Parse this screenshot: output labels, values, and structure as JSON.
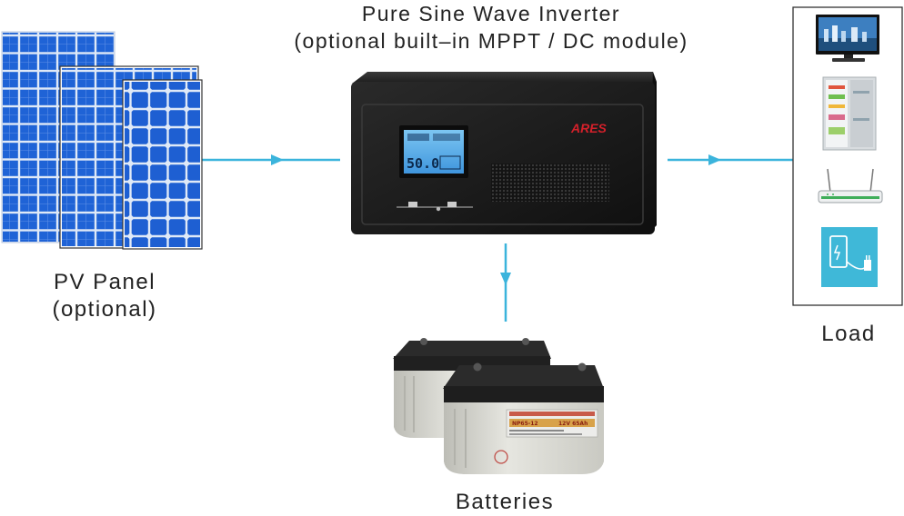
{
  "inverter": {
    "title_line1": "Pure Sine Wave Inverter",
    "title_line2_emph": "(optional",
    "title_line2_rest": " built–in MPPT / DC module)",
    "brand": "ARES",
    "display_digits": "50.0"
  },
  "pv_panel": {
    "label_line1": "PV Panel",
    "label_line2": "(optional)"
  },
  "load": {
    "label": "Load",
    "items": [
      "tv-icon",
      "refrigerator-icon",
      "router-icon",
      "phone-charging-icon"
    ]
  },
  "batteries": {
    "label": "Batteries",
    "battery_model": "NP65-12",
    "battery_rating": "12V 65Ah"
  },
  "colors": {
    "connector": "#3bb4dc",
    "panel_cell": "#1f63d6",
    "panel_frame": "#dfe9f7",
    "inverter_body": "#1a1a1a",
    "lcd": "#4aa8e8",
    "brand_red": "#d4202a",
    "battery_case": "#d8d8d2",
    "battery_lid": "#2b2b2b"
  }
}
